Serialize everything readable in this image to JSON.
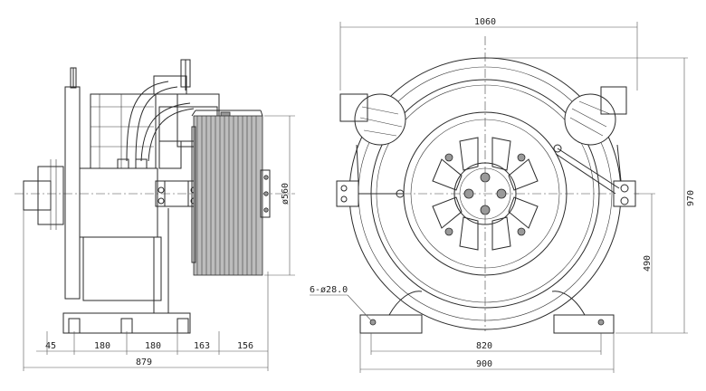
{
  "drawing": {
    "side_view": {
      "dimensions": {
        "sheave_diameter": "ø560",
        "seg_1": "45",
        "seg_2": "180",
        "seg_3": "180",
        "seg_4": "163",
        "seg_5": "156",
        "overall_length": "879"
      }
    },
    "front_view": {
      "dimensions": {
        "overall_width": "1060",
        "overall_height": "970",
        "shaft_height": "490",
        "mount_hole_spacing": "820",
        "base_width": "900",
        "mounting_holes": "6-ø28.0"
      }
    }
  }
}
